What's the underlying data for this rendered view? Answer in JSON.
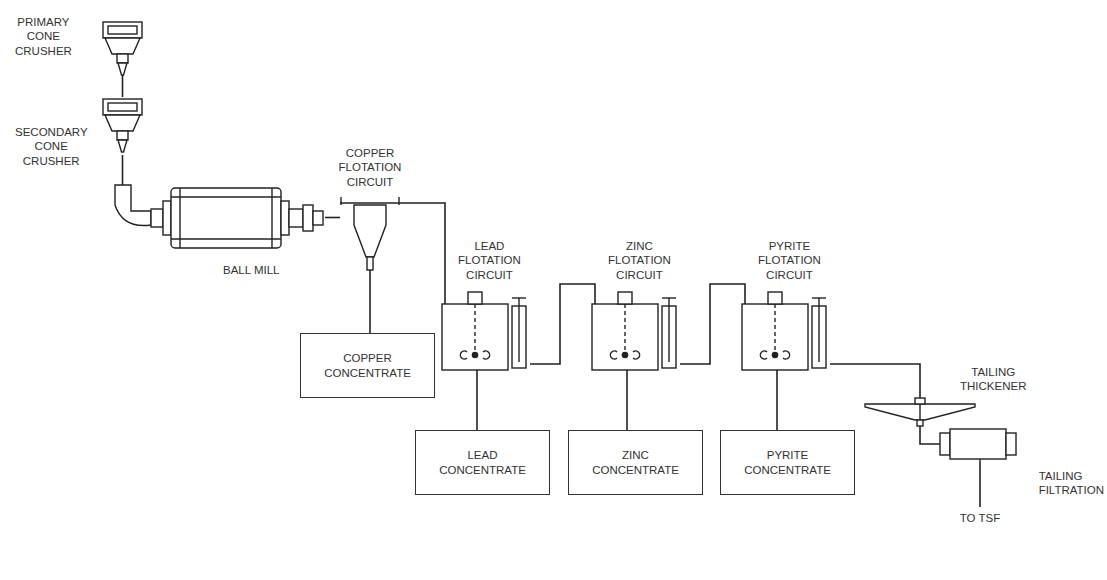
{
  "diagram": {
    "nodes": [
      {
        "text": [
          "PRIMARY CONE CRUSHER"
        ]
      },
      {
        "text": [
          "SECONDARY CONE CRUSHER"
        ]
      },
      {
        "text": [
          "BALL MILL"
        ]
      },
      {
        "text": [
          "COPPER FLOTATION CIRCUIT"
        ]
      },
      {
        "text": [
          "COPPER CONCENTRATE"
        ]
      },
      {
        "text": [
          "LEAD FLOTATION CIRCUIT"
        ]
      },
      {
        "text": [
          "LEAD CONCENTRATE"
        ]
      },
      {
        "text": [
          "ZINC FLOTATION CIRCUIT"
        ]
      },
      {
        "text": [
          "ZINC CONCENTRATE"
        ]
      },
      {
        "text": [
          "PYRITE FLOTATION CIRCUIT"
        ]
      },
      {
        "text": [
          "PYRITE CONCENTRATE"
        ]
      },
      {
        "text": [
          "TAILING THICKENER"
        ]
      },
      {
        "text": [
          "TAILING FILTRATION"
        ]
      }
    ],
    "edges": [
      {
        "from": 0,
        "to": 1,
        "arrow": "none"
      },
      {
        "from": 1,
        "to": 2,
        "arrow": "none"
      },
      {
        "from": 2,
        "to": 3,
        "arrow": "none"
      },
      {
        "from": 3,
        "to": 4,
        "arrow": "none"
      },
      {
        "from": 3,
        "to": 5,
        "arrow": "none"
      },
      {
        "from": 5,
        "to": 6,
        "arrow": "none"
      },
      {
        "from": 5,
        "to": 7,
        "arrow": "none"
      },
      {
        "from": 7,
        "to": 8,
        "arrow": "none"
      },
      {
        "from": 7,
        "to": 9,
        "arrow": "none"
      },
      {
        "from": 9,
        "to": 10,
        "arrow": "none"
      },
      {
        "from": 9,
        "to": 11,
        "arrow": "none"
      },
      {
        "from": 11,
        "to": 12,
        "arrow": "none"
      }
    ],
    "labels": [
      "TO TSF"
    ]
  }
}
